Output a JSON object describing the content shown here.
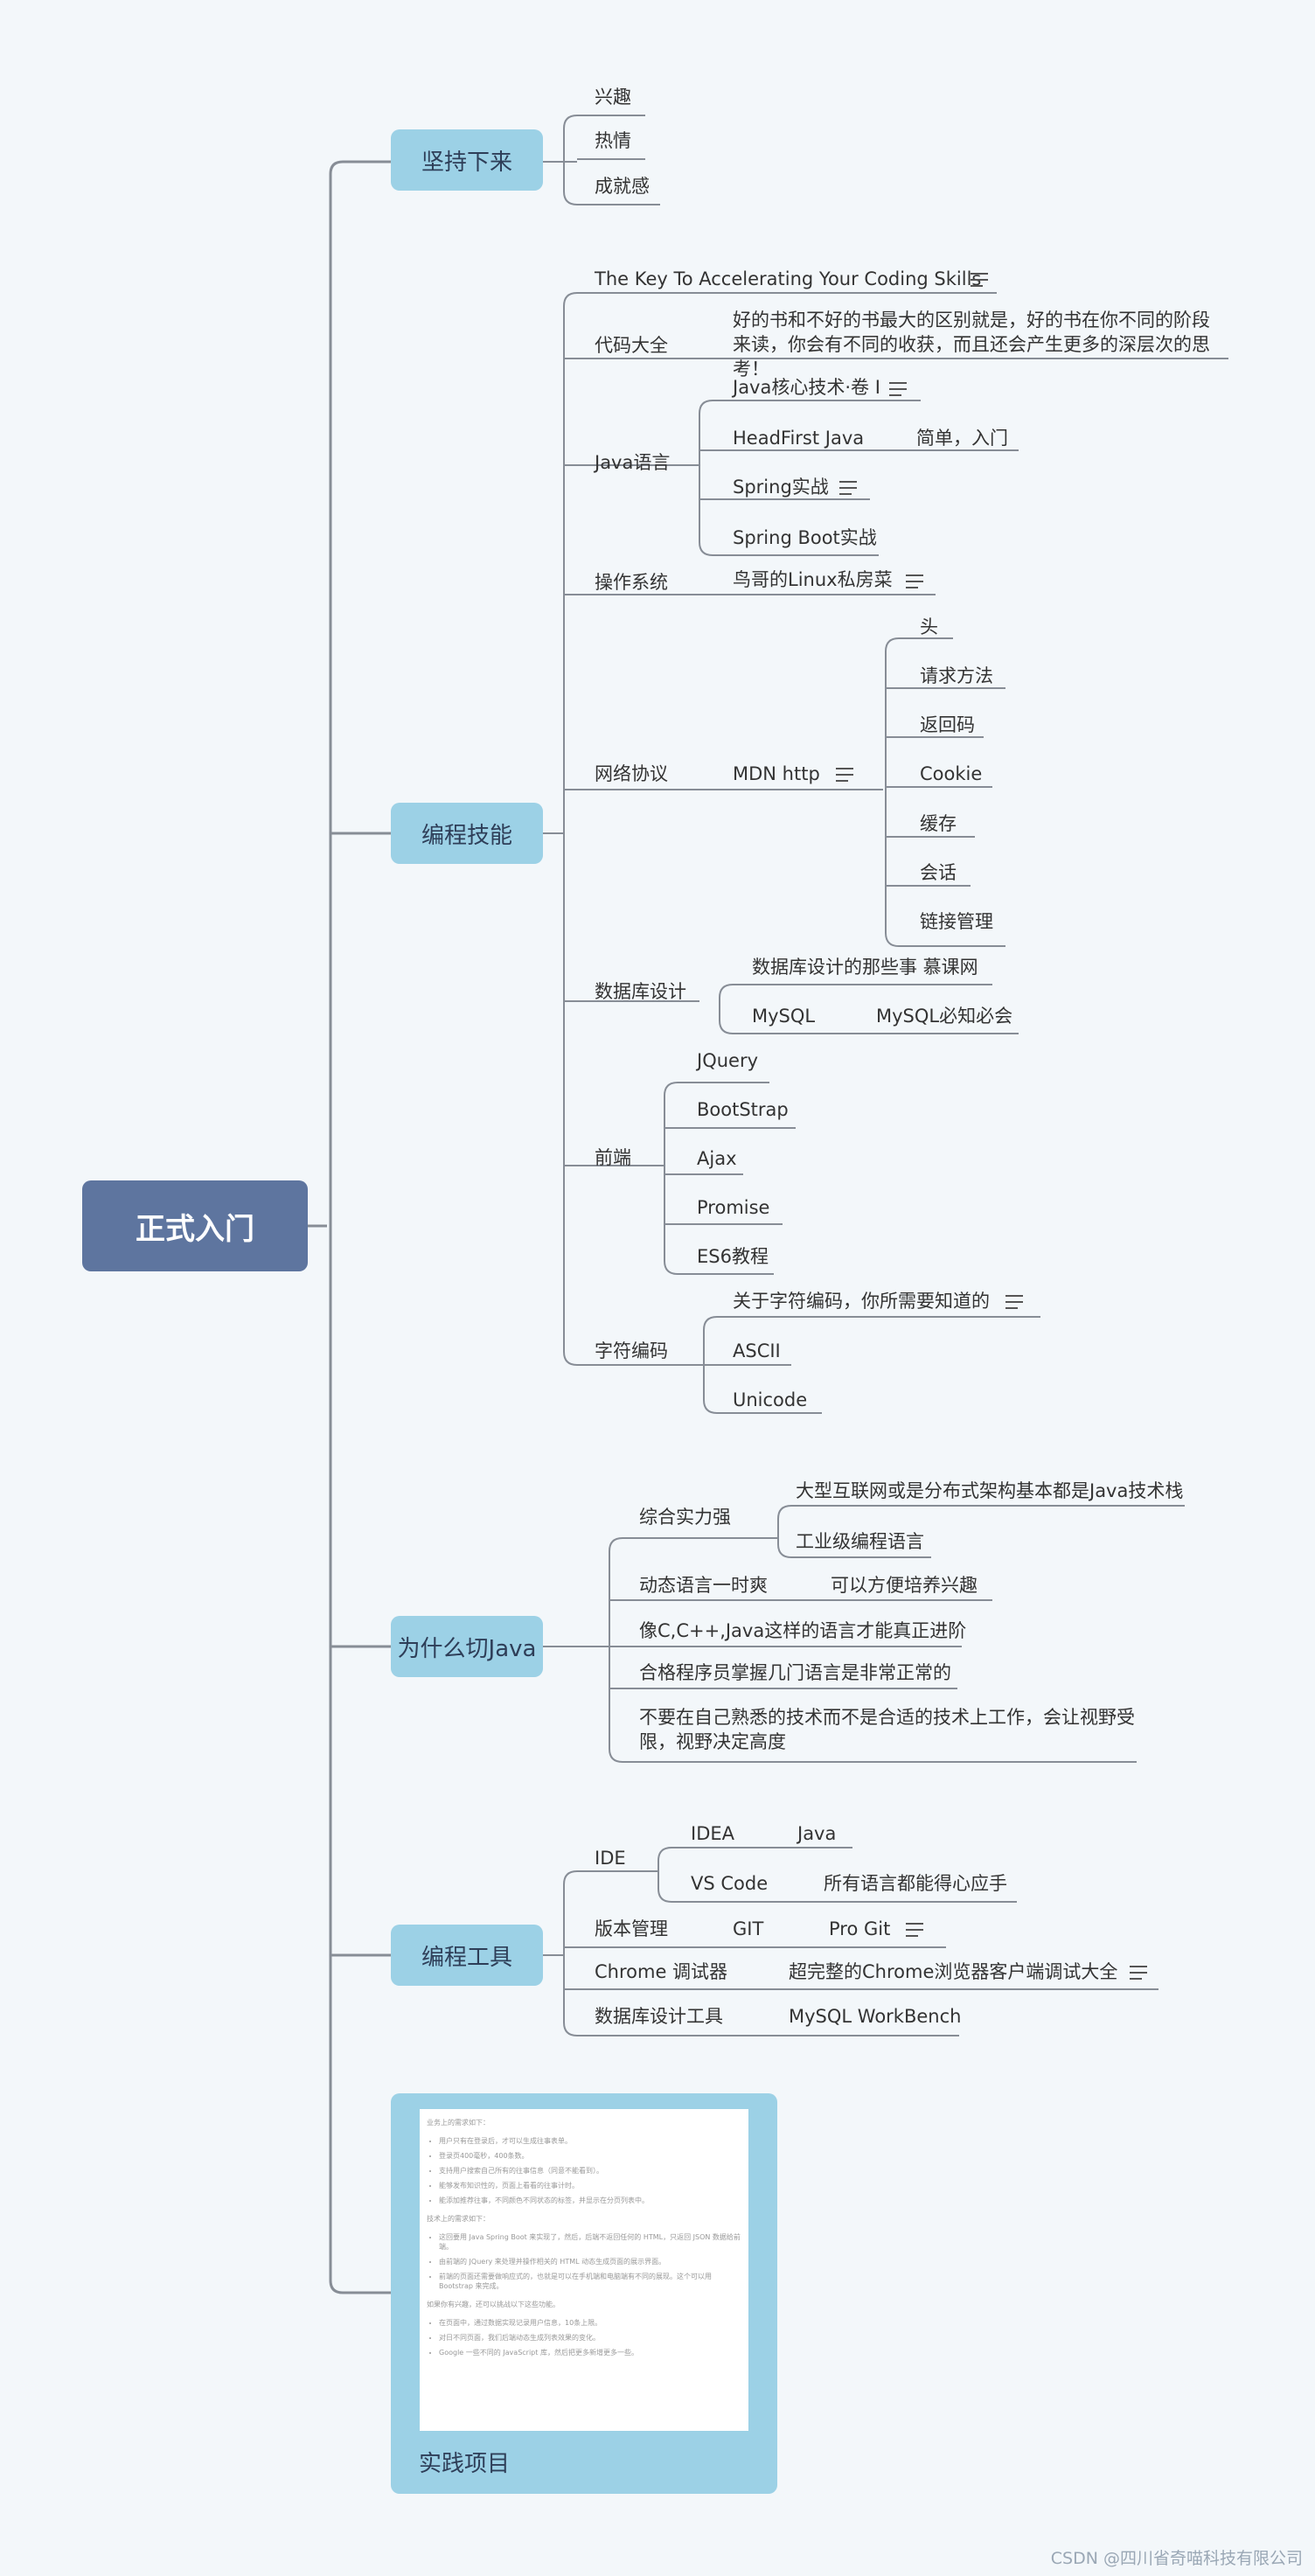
{
  "root": "正式入门",
  "b1": {
    "label": "坚持下来",
    "items": [
      "兴趣",
      "热情",
      "成就感"
    ]
  },
  "b2": {
    "label": "编程技能",
    "key_book": "The Key To Accelerating Your Coding Skills",
    "code_complete": {
      "label": "代码大全",
      "desc": "好的书和不好的书最大的区别就是，好的书在你不同的阶段来读，你会有不同的收获，而且还会产生更多的深层次的思考！"
    },
    "java": {
      "label": "Java语言",
      "items": [
        "Java核心技术·卷 I",
        "HeadFirst Java",
        "Spring实战",
        "Spring Boot实战"
      ],
      "headfirst_note": "简单，入门"
    },
    "os": {
      "label": "操作系统",
      "book": "鸟哥的Linux私房菜"
    },
    "net": {
      "label": "网络协议",
      "mdn": "MDN http",
      "items": [
        "头",
        "请求方法",
        "返回码",
        "Cookie",
        "缓存",
        "会话",
        "链接管理"
      ]
    },
    "db": {
      "label": "数据库设计",
      "item1": "数据库设计的那些事 慕课网",
      "item2": "MySQL",
      "item2_note": "MySQL必知必会"
    },
    "fe": {
      "label": "前端",
      "items": [
        "JQuery",
        "BootStrap",
        "Ajax",
        "Promise",
        "ES6教程"
      ]
    },
    "enc": {
      "label": "字符编码",
      "items": [
        "关于字符编码，你所需要知道的",
        "ASCII",
        "Unicode"
      ]
    }
  },
  "b3": {
    "label": "为什么切Java",
    "strong": {
      "label": "综合实力强",
      "items": [
        "大型互联网或是分布式架构基本都是Java技术栈",
        "工业级编程语言"
      ]
    },
    "dynamic": {
      "label": "动态语言一时爽",
      "note": "可以方便培养兴趣"
    },
    "item_c": "像C,C++,Java这样的语言才能真正进阶",
    "item_multi": "合格程序员掌握几门语言是非常正常的",
    "item_tech": "不要在自己熟悉的技术而不是合适的技术上工作，会让视野受限，视野决定高度"
  },
  "b4": {
    "label": "编程工具",
    "ide": {
      "label": "IDE",
      "idea": "IDEA",
      "idea_note": "Java",
      "vscode": "VS Code",
      "vscode_note": "所有语言都能得心应手"
    },
    "vcs": {
      "label": "版本管理",
      "git": "GIT",
      "progit": "Pro Git"
    },
    "chrome": {
      "label": "Chrome 调试器",
      "note": "超完整的Chrome浏览器客户端调试大全"
    },
    "dbtool": {
      "label": "数据库设计工具",
      "note": "MySQL WorkBench"
    }
  },
  "b5": {
    "label": "实践项目",
    "doc": {
      "p1": "业务上的需求如下：",
      "list1": [
        "用户只有在登录后，才可以生成往事表单。",
        "登录页400毫秒，400条数。",
        "支持用户搜索自己所有的往事信息（同意不能看到）。",
        "能够发布知识性的，页面上看看的往事计时。",
        "能添加推荐往事，不同颜色不同状态的标签，并显示在分页列表中。"
      ],
      "p2": "技术上的需求如下：",
      "list2": [
        "这回要用 Java Spring Boot 来实现了，然后，后端不返回任何的 HTML，只返回 JSON 数据给前端。",
        "由前端的 JQuery 来处理并操作相关的 HTML 动态生成页面的展示界面。",
        "前端的页面还需要做响应式的，也就是可以在手机端和电脑端有不同的展现。这个可以用 Bootstrap 来完成。"
      ],
      "p3": "如果你有兴趣，还可以挑战以下这些功能。",
      "list3": [
        "在页面中，通过数据实现记录用户信息，10条上限。",
        "对日不同页面，我们后端动态生成列表效果的变化。",
        "Google 一些不同的 JavaScript 库，然后把更多新增更多一些。"
      ]
    }
  },
  "watermark": "CSDN @四川省奇喵科技有限公司"
}
